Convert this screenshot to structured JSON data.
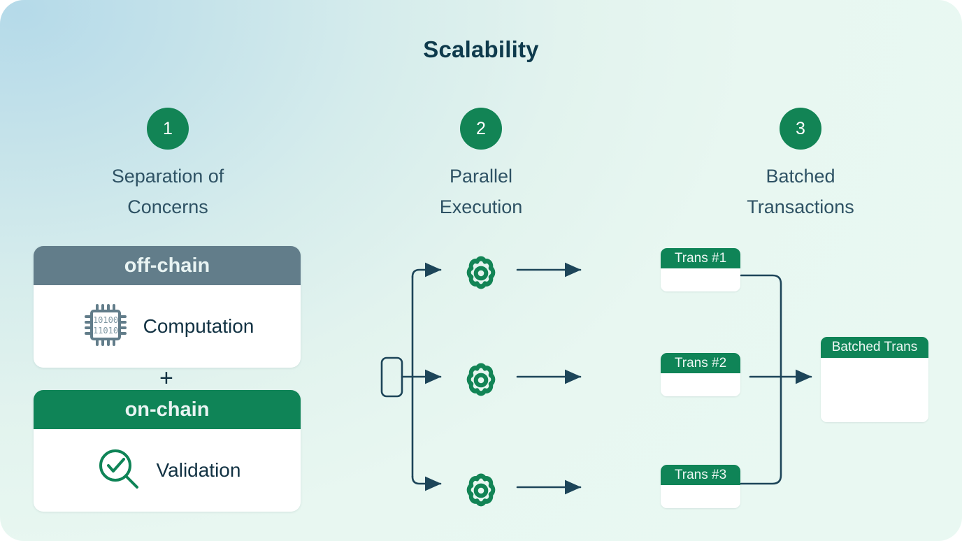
{
  "title": "Scalability",
  "theme": {
    "green": "#0f8457",
    "slate_gray": "#627d8a",
    "dark_navy": "#123243",
    "label_color": "#2e5264",
    "bg_from": "#b5dae9",
    "bg_to": "#e9f8f2"
  },
  "columns": [
    {
      "number": "1",
      "label": "Separation of\nConcerns"
    },
    {
      "number": "2",
      "label": "Parallel\nExecution"
    },
    {
      "number": "3",
      "label": "Batched\nTransactions"
    }
  ],
  "separation": {
    "offchain": {
      "header": "off-chain",
      "item": "Computation",
      "icon": "cpu-chip-icon",
      "chip_bits_top": "10100",
      "chip_bits_bottom": "11010"
    },
    "plus": "+",
    "onchain": {
      "header": "on-chain",
      "item": "Validation",
      "icon": "magnifier-check-icon"
    }
  },
  "parallel": {
    "source_node": "branch-node",
    "gears": [
      "gear-1",
      "gear-2",
      "gear-3"
    ]
  },
  "batched": {
    "transactions": [
      "Trans #1",
      "Trans #2",
      "Trans #3"
    ],
    "result": "Batched Trans"
  }
}
